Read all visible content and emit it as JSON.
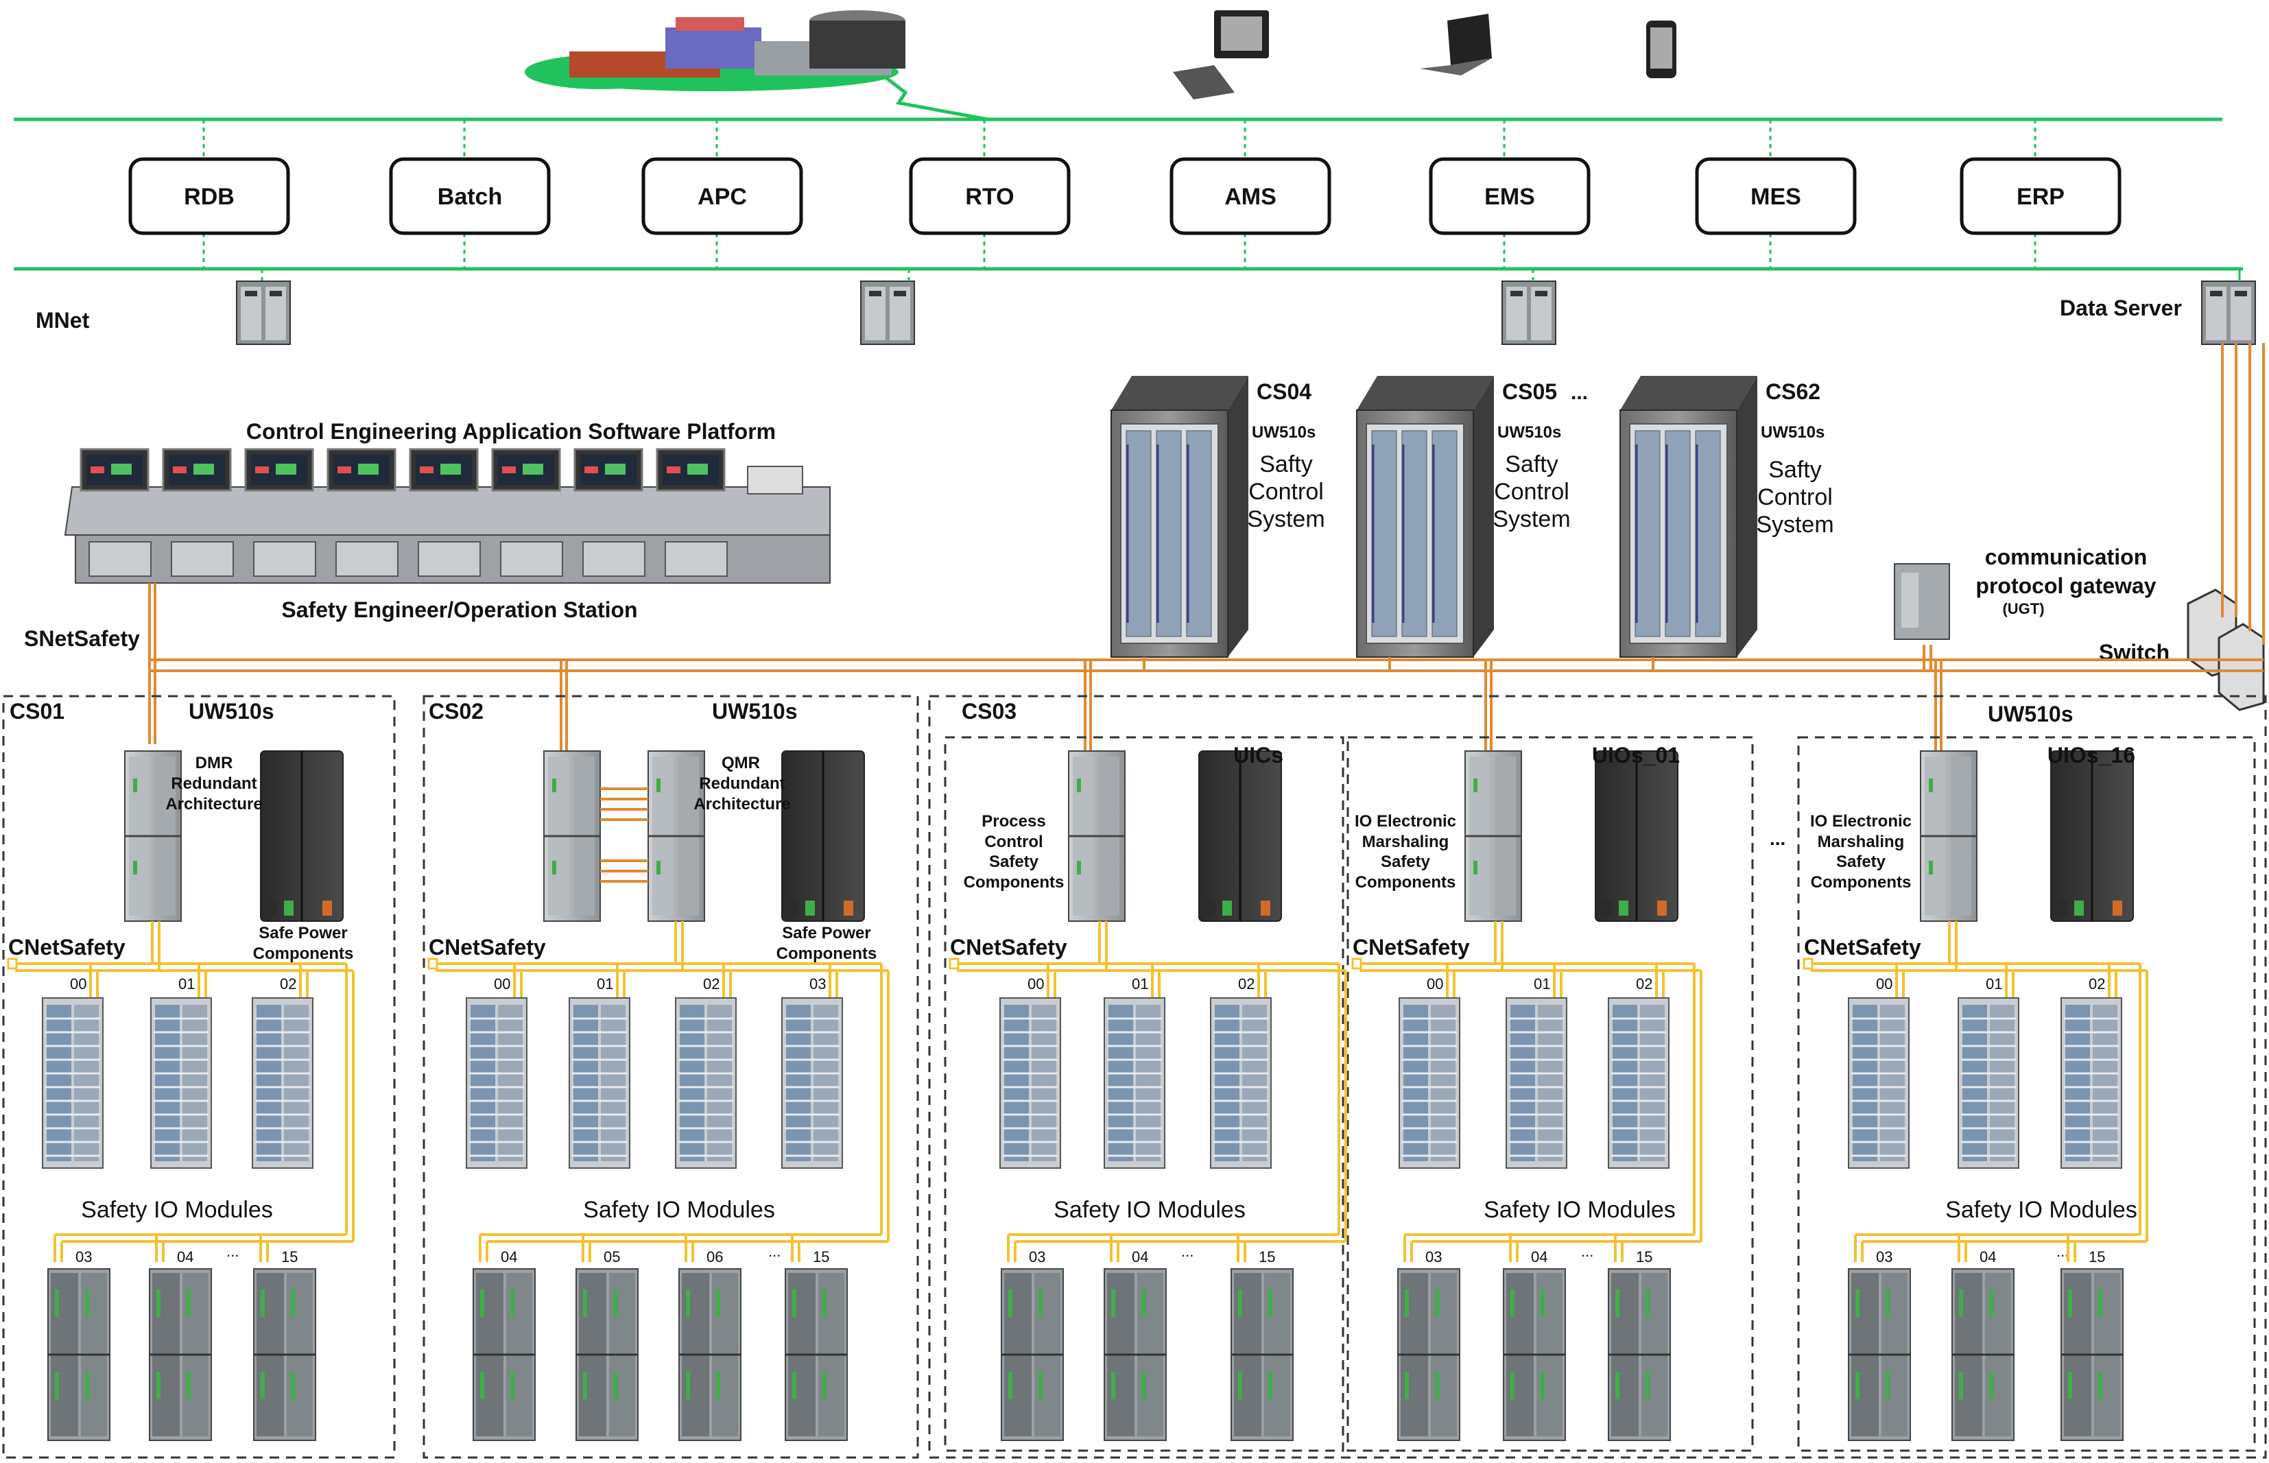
{
  "apps": [
    "RDB",
    "Batch",
    "APC",
    "RTO",
    "AMS",
    "EMS",
    "MES",
    "ERP"
  ],
  "mnet_label": "MNet",
  "data_server_label": "Data Server",
  "platform_title": "Control Engineering Application Software Platform",
  "station_label": "Safety Engineer/Operation Station",
  "snet_label": "SNetSafety",
  "gateway": {
    "line1": "communication",
    "line2": "protocol gateway",
    "line3": "(UGT)"
  },
  "switch_label": "Switch",
  "cabinets": [
    {
      "name": "CS04",
      "model": "UW510s",
      "l1": "Safty",
      "l2": "Control",
      "l3": "System"
    },
    {
      "name": "CS05",
      "model": "UW510s",
      "l1": "Safty",
      "l2": "Control",
      "l3": "System"
    },
    {
      "name": "CS62",
      "model": "UW510s",
      "l1": "Safty",
      "l2": "Control",
      "l3": "System"
    }
  ],
  "cabinet_ellipsis": "...",
  "cs01": {
    "title": "CS01",
    "model": "UW510s",
    "arch1": "DMR",
    "arch2": "Redundant",
    "arch3": "Architecture",
    "power1": "Safe Power",
    "power2": "Components",
    "cnet": "CNetSafety",
    "io_label": "Safety IO Modules",
    "top_nums": [
      "00",
      "01",
      "02"
    ],
    "bot_nums": [
      "03",
      "04",
      "...",
      "15"
    ]
  },
  "cs02": {
    "title": "CS02",
    "model": "UW510s",
    "arch1": "QMR",
    "arch2": "Redundant",
    "arch3": "Architecture",
    "power1": "Safe Power",
    "power2": "Components",
    "cnet": "CNetSafety",
    "io_label": "Safety IO Modules",
    "top_nums": [
      "00",
      "01",
      "02",
      "03"
    ],
    "bot_nums": [
      "04",
      "05",
      "06",
      "...",
      "15"
    ]
  },
  "cs03": {
    "title": "CS03",
    "model": "UW510s",
    "io_ellipsis": "...",
    "groups": [
      {
        "tag": "UICs",
        "d1": "Process",
        "d2": "Control",
        "d3": "Safety",
        "d4": "Components",
        "cnet": "CNetSafety",
        "io_label": "Safety IO Modules",
        "top_nums": [
          "00",
          "01",
          "02"
        ],
        "bot_nums": [
          "03",
          "04",
          "...",
          "15"
        ]
      },
      {
        "tag": "UIOs_01",
        "d1": "IO Electronic",
        "d2": "Marshaling",
        "d3": "Safety",
        "d4": "Components",
        "cnet": "CNetSafety",
        "io_label": "Safety IO Modules",
        "top_nums": [
          "00",
          "01",
          "02"
        ],
        "bot_nums": [
          "03",
          "04",
          "...",
          "15"
        ]
      },
      {
        "tag": "UIOs_16",
        "d1": "IO Electronic",
        "d2": "Marshaling",
        "d3": "Safety",
        "d4": "Components",
        "cnet": "CNetSafety",
        "io_label": "Safety IO Modules",
        "top_nums": [
          "00",
          "01",
          "02"
        ],
        "bot_nums": [
          "03",
          "04",
          "...",
          "15"
        ]
      }
    ]
  },
  "colors": {
    "green_net": "#21c25e",
    "orange_net": "#e08a32",
    "yellow_net": "#f2c230",
    "dashed_box": "#333333"
  }
}
